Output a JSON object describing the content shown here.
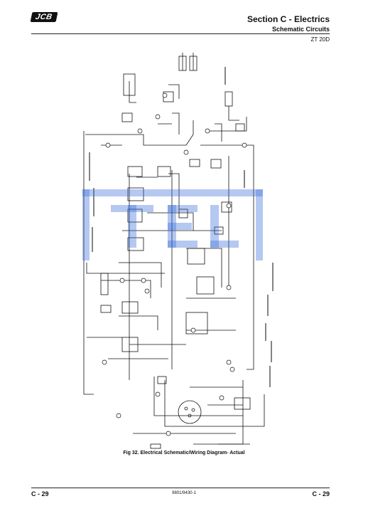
{
  "header": {
    "brand_logo": "JCB",
    "section_title": "Section C - Electrics",
    "section_subtitle": "Schematic Circuits",
    "model": "ZT 20D"
  },
  "figure": {
    "caption": "Fig 32. Electrical Schematic/Wiring Diagram- Actual"
  },
  "footer": {
    "page_left": "C - 29",
    "doc_number": "9801/9430-1",
    "page_right": "C - 29"
  },
  "colors": {
    "line": "#111111",
    "watermark": "#3b6fd9"
  }
}
